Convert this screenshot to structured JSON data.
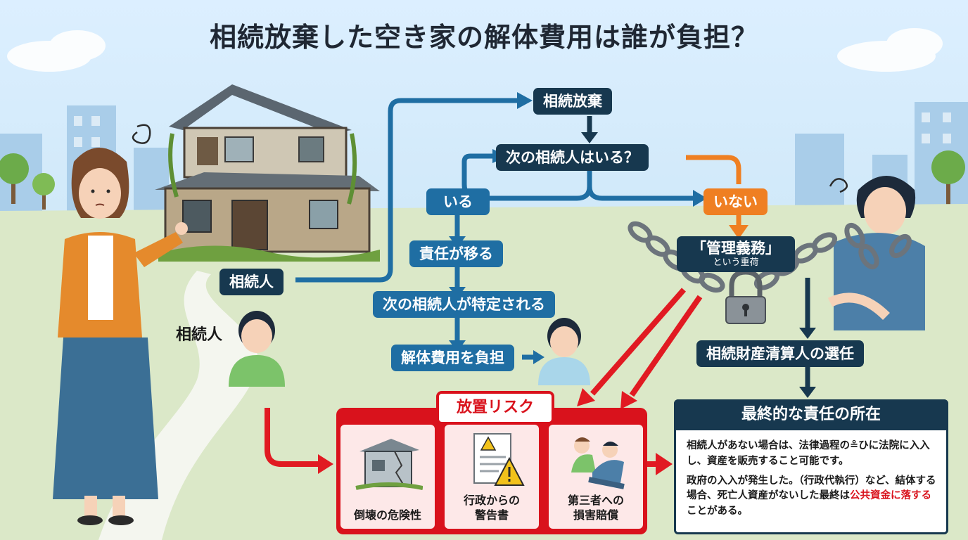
{
  "title": "相続放棄した空き家の解体費用は誰が負担？",
  "heir_label_top": "相続人",
  "heir_label_left": "相続人",
  "flow": {
    "renounce": "相続放棄",
    "question": "次の相続人はいる？",
    "yes": "いる",
    "no": "いない",
    "yes_steps": [
      "責任が移る",
      "次の相続人が特定される",
      "解体費用を負担"
    ],
    "burden_line1": "「管理義務」",
    "burden_line2": "という重荷",
    "administrator": "相続財産清算人の選任"
  },
  "risk": {
    "title": "放置リスク",
    "items": [
      "倒壊の危険性",
      "行政からの\n警告書",
      "第三者への\n損害賠償"
    ]
  },
  "final": {
    "title": "最終的な責任の所在",
    "para1": "相続人があない場合は、法律過程の≗ひに法院に入入し、資産を販売すること可能です。",
    "para2_before": "政府の入入が発生した。（行政代執行）など、結体する場合、死亡人資産がないした最終は",
    "para2_highlight": "公共資金に落する",
    "para2_after": "ことがある。"
  },
  "colors": {
    "navy": "#17384f",
    "blue": "#1f6ea3",
    "orange": "#ef7f22",
    "red": "#d9121c"
  }
}
